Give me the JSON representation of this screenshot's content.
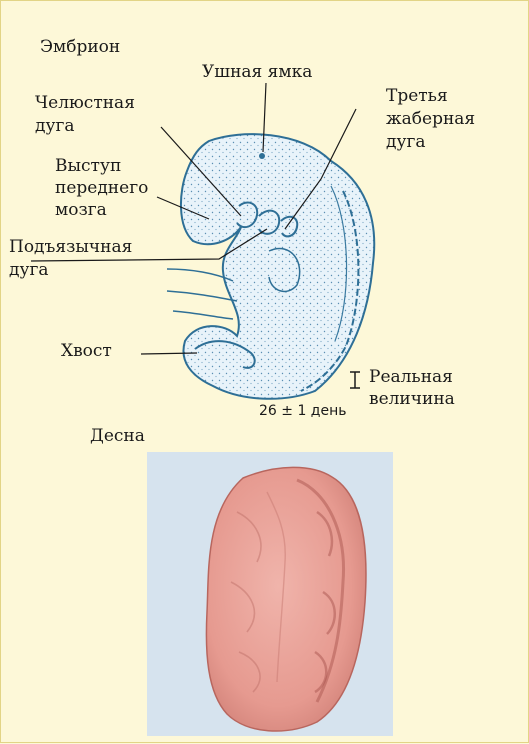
{
  "headings": {
    "embryo": "Эмбрион",
    "gum": "Десна"
  },
  "labels": {
    "ear_pit": "Ушная ямка",
    "jaw_arch_1": "Челюстная",
    "jaw_arch_2": "дуга",
    "third_arch_1": "Третья",
    "third_arch_2": "жаберная",
    "third_arch_3": "дуга",
    "forebrain_1": "Выступ",
    "forebrain_2": "переднего",
    "forebrain_3": "мозга",
    "hyoid_1": "Подъязычная",
    "hyoid_2": "дуга",
    "tail": "Хвост",
    "real_size_1": "Реальная",
    "real_size_2": "величина",
    "age": "26 ± 1 день"
  },
  "colors": {
    "background": "#fdf8d8",
    "border": "#e2d486",
    "embryo_fill": "#e8f3fa",
    "embryo_outline": "#2e6f96",
    "gum_pink": "#e9a39a",
    "photo_bg": "#d6e3ee"
  }
}
